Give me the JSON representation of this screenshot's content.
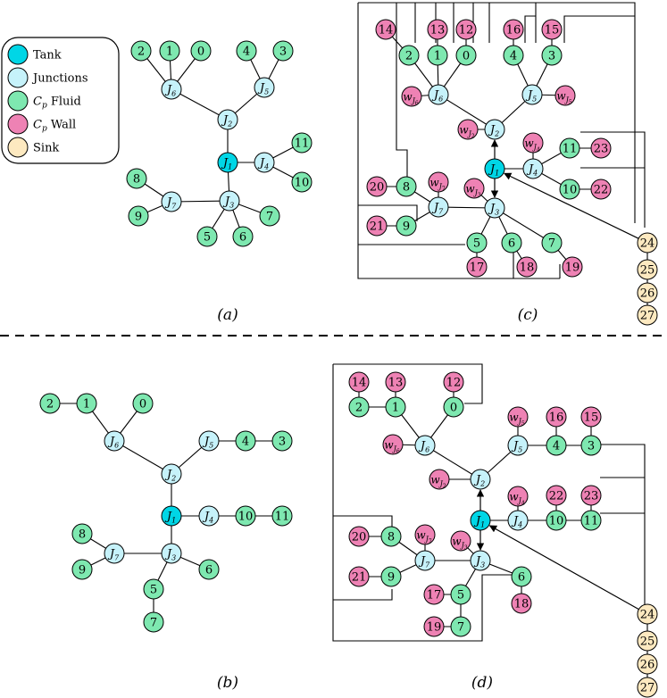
{
  "colors": {
    "tank": "#00d6e6",
    "junction": "#c6f2fa",
    "fluid": "#7ee8b0",
    "wall": "#ee82b4",
    "sink": "#fde9c0",
    "stroke": "#000000"
  },
  "legend": {
    "items": [
      {
        "key": "tank",
        "label": "Tank"
      },
      {
        "key": "junction",
        "label": "Junctions"
      },
      {
        "key": "fluid",
        "label": "Fluid",
        "prefix": "C",
        "sub": "p"
      },
      {
        "key": "wall",
        "label": "Wall",
        "prefix": "C",
        "sub": "p"
      },
      {
        "key": "sink",
        "label": "Sink"
      }
    ]
  },
  "panels": {
    "a": {
      "label": "(a)"
    },
    "b": {
      "label": "(b)"
    },
    "c": {
      "label": "(c)"
    },
    "d": {
      "label": "(d)"
    }
  },
  "graphs": {
    "a": {
      "nodes": [
        {
          "id": "J1",
          "type": "tank",
          "main": "J",
          "sub": "1"
        },
        {
          "id": "J2",
          "type": "junction",
          "main": "J",
          "sub": "2"
        },
        {
          "id": "J3",
          "type": "junction",
          "main": "J",
          "sub": "3"
        },
        {
          "id": "J4",
          "type": "junction",
          "main": "J",
          "sub": "4"
        },
        {
          "id": "J5",
          "type": "junction",
          "main": "J",
          "sub": "5"
        },
        {
          "id": "J6",
          "type": "junction",
          "main": "J",
          "sub": "6"
        },
        {
          "id": "J7",
          "type": "junction",
          "main": "J",
          "sub": "7"
        },
        {
          "id": "0",
          "type": "fluid",
          "main": "0"
        },
        {
          "id": "1",
          "type": "fluid",
          "main": "1"
        },
        {
          "id": "2",
          "type": "fluid",
          "main": "2"
        },
        {
          "id": "3",
          "type": "fluid",
          "main": "3"
        },
        {
          "id": "4",
          "type": "fluid",
          "main": "4"
        },
        {
          "id": "5",
          "type": "fluid",
          "main": "5"
        },
        {
          "id": "6",
          "type": "fluid",
          "main": "6"
        },
        {
          "id": "7",
          "type": "fluid",
          "main": "7"
        },
        {
          "id": "8",
          "type": "fluid",
          "main": "8"
        },
        {
          "id": "9",
          "type": "fluid",
          "main": "9"
        },
        {
          "id": "10",
          "type": "fluid",
          "main": "10"
        },
        {
          "id": "11",
          "type": "fluid",
          "main": "11"
        }
      ],
      "edges": [
        [
          "J1",
          "J2"
        ],
        [
          "J1",
          "J3"
        ],
        [
          "J1",
          "J4"
        ],
        [
          "J2",
          "J5"
        ],
        [
          "J2",
          "J6"
        ],
        [
          "J3",
          "J7"
        ],
        [
          "J3",
          "5"
        ],
        [
          "J3",
          "6"
        ],
        [
          "J3",
          "7"
        ],
        [
          "J4",
          "10"
        ],
        [
          "J4",
          "11"
        ],
        [
          "J5",
          "3"
        ],
        [
          "J5",
          "4"
        ],
        [
          "J6",
          "0"
        ],
        [
          "J6",
          "1"
        ],
        [
          "J6",
          "2"
        ],
        [
          "J7",
          "8"
        ],
        [
          "J7",
          "9"
        ]
      ]
    },
    "b": {
      "nodes": [
        {
          "id": "J1",
          "type": "tank",
          "main": "J",
          "sub": "1"
        },
        {
          "id": "J2",
          "type": "junction",
          "main": "J",
          "sub": "2"
        },
        {
          "id": "J3",
          "type": "junction",
          "main": "J",
          "sub": "3"
        },
        {
          "id": "J4",
          "type": "junction",
          "main": "J",
          "sub": "4"
        },
        {
          "id": "J5",
          "type": "junction",
          "main": "J",
          "sub": "5"
        },
        {
          "id": "J6",
          "type": "junction",
          "main": "J",
          "sub": "6"
        },
        {
          "id": "J7",
          "type": "junction",
          "main": "J",
          "sub": "7"
        },
        {
          "id": "0",
          "type": "fluid",
          "main": "0"
        },
        {
          "id": "1",
          "type": "fluid",
          "main": "1"
        },
        {
          "id": "2",
          "type": "fluid",
          "main": "2"
        },
        {
          "id": "3",
          "type": "fluid",
          "main": "3"
        },
        {
          "id": "4",
          "type": "fluid",
          "main": "4"
        },
        {
          "id": "5",
          "type": "fluid",
          "main": "5"
        },
        {
          "id": "6",
          "type": "fluid",
          "main": "6"
        },
        {
          "id": "7",
          "type": "fluid",
          "main": "7"
        },
        {
          "id": "8",
          "type": "fluid",
          "main": "8"
        },
        {
          "id": "9",
          "type": "fluid",
          "main": "9"
        },
        {
          "id": "10",
          "type": "fluid",
          "main": "10"
        },
        {
          "id": "11",
          "type": "fluid",
          "main": "11"
        }
      ],
      "edges": [
        [
          "J1",
          "J2"
        ],
        [
          "J1",
          "J3"
        ],
        [
          "J1",
          "J4"
        ],
        [
          "J2",
          "J5"
        ],
        [
          "J2",
          "J6"
        ],
        [
          "J3",
          "J7"
        ],
        [
          "J3",
          "5"
        ],
        [
          "J3",
          "6"
        ],
        [
          "5",
          "7"
        ],
        [
          "J4",
          "10"
        ],
        [
          "10",
          "11"
        ],
        [
          "J5",
          "4"
        ],
        [
          "4",
          "3"
        ],
        [
          "J6",
          "0"
        ],
        [
          "J6",
          "1"
        ],
        [
          "1",
          "2"
        ],
        [
          "J7",
          "8"
        ],
        [
          "J7",
          "9"
        ]
      ]
    },
    "c": {
      "nodes": [
        {
          "id": "J1",
          "type": "tank",
          "main": "J",
          "sub": "1"
        },
        {
          "id": "J2",
          "type": "junction",
          "main": "J",
          "sub": "2"
        },
        {
          "id": "J3",
          "type": "junction",
          "main": "J",
          "sub": "3"
        },
        {
          "id": "J4",
          "type": "junction",
          "main": "J",
          "sub": "4"
        },
        {
          "id": "J5",
          "type": "junction",
          "main": "J",
          "sub": "5"
        },
        {
          "id": "J6",
          "type": "junction",
          "main": "J",
          "sub": "6"
        },
        {
          "id": "J7",
          "type": "junction",
          "main": "J",
          "sub": "7"
        },
        {
          "id": "wJ2",
          "type": "wall",
          "main": "w",
          "sub": "J",
          "subsub": "2"
        },
        {
          "id": "wJ3",
          "type": "wall",
          "main": "w",
          "sub": "J",
          "subsub": "3"
        },
        {
          "id": "wJ4",
          "type": "wall",
          "main": "w",
          "sub": "J",
          "subsub": "4"
        },
        {
          "id": "wJ5",
          "type": "wall",
          "main": "w",
          "sub": "J",
          "subsub": "5"
        },
        {
          "id": "wJ6",
          "type": "wall",
          "main": "w",
          "sub": "J",
          "subsub": "6"
        },
        {
          "id": "wJ7",
          "type": "wall",
          "main": "w",
          "sub": "J",
          "subsub": "7"
        },
        {
          "id": "0",
          "type": "fluid",
          "main": "0"
        },
        {
          "id": "1",
          "type": "fluid",
          "main": "1"
        },
        {
          "id": "2",
          "type": "fluid",
          "main": "2"
        },
        {
          "id": "3",
          "type": "fluid",
          "main": "3"
        },
        {
          "id": "4",
          "type": "fluid",
          "main": "4"
        },
        {
          "id": "5",
          "type": "fluid",
          "main": "5"
        },
        {
          "id": "6",
          "type": "fluid",
          "main": "6"
        },
        {
          "id": "7",
          "type": "fluid",
          "main": "7"
        },
        {
          "id": "8",
          "type": "fluid",
          "main": "8"
        },
        {
          "id": "9",
          "type": "fluid",
          "main": "9"
        },
        {
          "id": "10",
          "type": "fluid",
          "main": "10"
        },
        {
          "id": "11",
          "type": "fluid",
          "main": "11"
        },
        {
          "id": "12",
          "type": "wall",
          "main": "12"
        },
        {
          "id": "13",
          "type": "wall",
          "main": "13"
        },
        {
          "id": "14",
          "type": "wall",
          "main": "14"
        },
        {
          "id": "15",
          "type": "wall",
          "main": "15"
        },
        {
          "id": "16",
          "type": "wall",
          "main": "16"
        },
        {
          "id": "17",
          "type": "wall",
          "main": "17"
        },
        {
          "id": "18",
          "type": "wall",
          "main": "18"
        },
        {
          "id": "19",
          "type": "wall",
          "main": "19"
        },
        {
          "id": "20",
          "type": "wall",
          "main": "20"
        },
        {
          "id": "21",
          "type": "wall",
          "main": "21"
        },
        {
          "id": "22",
          "type": "wall",
          "main": "22"
        },
        {
          "id": "23",
          "type": "wall",
          "main": "23"
        },
        {
          "id": "24",
          "type": "sink",
          "main": "24"
        },
        {
          "id": "25",
          "type": "sink",
          "main": "25"
        },
        {
          "id": "26",
          "type": "sink",
          "main": "26"
        },
        {
          "id": "27",
          "type": "sink",
          "main": "27"
        }
      ],
      "edges": [
        [
          "J1",
          "J4"
        ],
        [
          "J2",
          "J5"
        ],
        [
          "J2",
          "J6"
        ],
        [
          "J3",
          "J7"
        ],
        [
          "J3",
          "5"
        ],
        [
          "J3",
          "6"
        ],
        [
          "J3",
          "7"
        ],
        [
          "J4",
          "10"
        ],
        [
          "J4",
          "11"
        ],
        [
          "J5",
          "3"
        ],
        [
          "J5",
          "4"
        ],
        [
          "J6",
          "0"
        ],
        [
          "J6",
          "1"
        ],
        [
          "J6",
          "2"
        ],
        [
          "J7",
          "8"
        ],
        [
          "J7",
          "9"
        ],
        [
          "0",
          "12"
        ],
        [
          "1",
          "13"
        ],
        [
          "2",
          "14"
        ],
        [
          "3",
          "15"
        ],
        [
          "4",
          "16"
        ],
        [
          "5",
          "17"
        ],
        [
          "6",
          "18"
        ],
        [
          "7",
          "19"
        ],
        [
          "8",
          "20"
        ],
        [
          "9",
          "21"
        ],
        [
          "10",
          "22"
        ],
        [
          "11",
          "23"
        ],
        [
          "J2",
          "wJ2"
        ],
        [
          "J3",
          "wJ3"
        ],
        [
          "J4",
          "wJ4"
        ],
        [
          "J5",
          "wJ5"
        ],
        [
          "J6",
          "wJ6"
        ],
        [
          "J7",
          "wJ7"
        ],
        [
          "24",
          "25"
        ],
        [
          "25",
          "26"
        ],
        [
          "26",
          "27"
        ]
      ],
      "arrows": [
        [
          "J1",
          "J2"
        ],
        [
          "J1",
          "J3"
        ],
        [
          "24",
          "J1"
        ]
      ]
    },
    "d": {
      "nodes": [
        {
          "id": "J1",
          "type": "tank",
          "main": "J",
          "sub": "1"
        },
        {
          "id": "J2",
          "type": "junction",
          "main": "J",
          "sub": "2"
        },
        {
          "id": "J3",
          "type": "junction",
          "main": "J",
          "sub": "3"
        },
        {
          "id": "J4",
          "type": "junction",
          "main": "J",
          "sub": "4"
        },
        {
          "id": "J5",
          "type": "junction",
          "main": "J",
          "sub": "5"
        },
        {
          "id": "J6",
          "type": "junction",
          "main": "J",
          "sub": "6"
        },
        {
          "id": "J7",
          "type": "junction",
          "main": "J",
          "sub": "7"
        },
        {
          "id": "wJ2",
          "type": "wall",
          "main": "w",
          "sub": "J",
          "subsub": "2"
        },
        {
          "id": "wJ3",
          "type": "wall",
          "main": "w",
          "sub": "J",
          "subsub": "3"
        },
        {
          "id": "wJ4",
          "type": "wall",
          "main": "w",
          "sub": "J",
          "subsub": "4"
        },
        {
          "id": "wJ5",
          "type": "wall",
          "main": "w",
          "sub": "J",
          "subsub": "5"
        },
        {
          "id": "wJ6",
          "type": "wall",
          "main": "w",
          "sub": "J",
          "subsub": "6"
        },
        {
          "id": "wJ7",
          "type": "wall",
          "main": "w",
          "sub": "J",
          "subsub": "7"
        },
        {
          "id": "0",
          "type": "fluid",
          "main": "0"
        },
        {
          "id": "1",
          "type": "fluid",
          "main": "1"
        },
        {
          "id": "2",
          "type": "fluid",
          "main": "2"
        },
        {
          "id": "3",
          "type": "fluid",
          "main": "3"
        },
        {
          "id": "4",
          "type": "fluid",
          "main": "4"
        },
        {
          "id": "5",
          "type": "fluid",
          "main": "5"
        },
        {
          "id": "6",
          "type": "fluid",
          "main": "6"
        },
        {
          "id": "7",
          "type": "fluid",
          "main": "7"
        },
        {
          "id": "8",
          "type": "fluid",
          "main": "8"
        },
        {
          "id": "9",
          "type": "fluid",
          "main": "9"
        },
        {
          "id": "10",
          "type": "fluid",
          "main": "10"
        },
        {
          "id": "11",
          "type": "fluid",
          "main": "11"
        },
        {
          "id": "12",
          "type": "wall",
          "main": "12"
        },
        {
          "id": "13",
          "type": "wall",
          "main": "13"
        },
        {
          "id": "14",
          "type": "wall",
          "main": "14"
        },
        {
          "id": "15",
          "type": "wall",
          "main": "15"
        },
        {
          "id": "16",
          "type": "wall",
          "main": "16"
        },
        {
          "id": "17",
          "type": "wall",
          "main": "17"
        },
        {
          "id": "18",
          "type": "wall",
          "main": "18"
        },
        {
          "id": "19",
          "type": "wall",
          "main": "19"
        },
        {
          "id": "20",
          "type": "wall",
          "main": "20"
        },
        {
          "id": "21",
          "type": "wall",
          "main": "21"
        },
        {
          "id": "22",
          "type": "wall",
          "main": "22"
        },
        {
          "id": "23",
          "type": "wall",
          "main": "23"
        },
        {
          "id": "24",
          "type": "sink",
          "main": "24"
        },
        {
          "id": "25",
          "type": "sink",
          "main": "25"
        },
        {
          "id": "26",
          "type": "sink",
          "main": "26"
        },
        {
          "id": "27",
          "type": "sink",
          "main": "27"
        }
      ],
      "edges": [
        [
          "J1",
          "J4"
        ],
        [
          "J2",
          "J5"
        ],
        [
          "J2",
          "J6"
        ],
        [
          "J3",
          "J7"
        ],
        [
          "J3",
          "5"
        ],
        [
          "J3",
          "6"
        ],
        [
          "5",
          "7"
        ],
        [
          "J4",
          "10"
        ],
        [
          "10",
          "11"
        ],
        [
          "J5",
          "4"
        ],
        [
          "4",
          "3"
        ],
        [
          "J6",
          "0"
        ],
        [
          "J6",
          "1"
        ],
        [
          "1",
          "2"
        ],
        [
          "J7",
          "8"
        ],
        [
          "J7",
          "9"
        ],
        [
          "0",
          "12"
        ],
        [
          "1",
          "13"
        ],
        [
          "2",
          "14"
        ],
        [
          "3",
          "15"
        ],
        [
          "4",
          "16"
        ],
        [
          "5",
          "17"
        ],
        [
          "6",
          "18"
        ],
        [
          "7",
          "19"
        ],
        [
          "8",
          "20"
        ],
        [
          "9",
          "21"
        ],
        [
          "10",
          "22"
        ],
        [
          "11",
          "23"
        ],
        [
          "J2",
          "wJ2"
        ],
        [
          "J3",
          "wJ3"
        ],
        [
          "J4",
          "wJ4"
        ],
        [
          "J5",
          "wJ5"
        ],
        [
          "J6",
          "wJ6"
        ],
        [
          "J7",
          "wJ7"
        ],
        [
          "24",
          "25"
        ],
        [
          "25",
          "26"
        ],
        [
          "26",
          "27"
        ]
      ],
      "arrows": [
        [
          "J1",
          "J2"
        ],
        [
          "J1",
          "J3"
        ],
        [
          "24",
          "J1"
        ]
      ]
    }
  }
}
